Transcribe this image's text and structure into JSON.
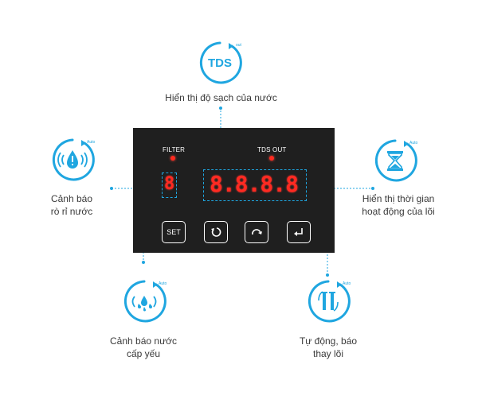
{
  "features": {
    "tds": {
      "label": "Hiển thị độ sạch của nước",
      "icon_text": "TDS",
      "badge": "out"
    },
    "leak": {
      "label_line1": "Cảnh báo",
      "label_line2": "rò rỉ nước",
      "badge": "Auto"
    },
    "timer": {
      "label_line1": "Hiển thị thời gian",
      "label_line2": "hoạt động của lõi",
      "badge": "Auto"
    },
    "water": {
      "label_line1": "Cảnh báo nước",
      "label_line2": "cấp yếu",
      "badge": "Auto"
    },
    "filter": {
      "label_line1": "Tự động, báo",
      "label_line2": "thay lõi",
      "badge": "Auto"
    }
  },
  "panel": {
    "filter_label": "FILTER",
    "tds_out_label": "TDS OUT",
    "filter_digit": "8",
    "display_value": "8.8.8.8",
    "buttons": {
      "set": "SET"
    }
  },
  "colors": {
    "accent": "#1fa6e0",
    "led": "#ff2a1f",
    "panel": "#1f1f1f"
  },
  "icons": [
    "tds-icon",
    "leak-alert-icon",
    "hourglass-icon",
    "water-drop-icon",
    "filter-change-icon",
    "undo-icon",
    "redo-icon",
    "enter-icon"
  ]
}
